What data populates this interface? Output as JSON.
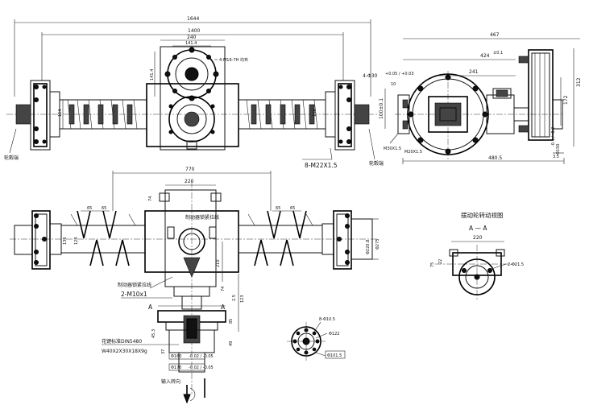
{
  "top_view": {
    "dim_overall": "1644",
    "dim_center": "1400",
    "dim_housing": "240",
    "dim_inner": "141.4",
    "dim_vertical": "141.4",
    "dim_shaft": "154",
    "note_thread": "4-M16-7H 均布",
    "note_bolts": "8-M22X1.5",
    "label_left": "轮毂端",
    "label_right": "轮毂端"
  },
  "side_view": {
    "dim_top": "467",
    "dim_424": "424",
    "dim_424_tol": "±0.1",
    "dim_241": "241",
    "dim_312": "312",
    "dim_172": "172",
    "dim_100": "100±0.1",
    "dim_hole": "4-Φ30",
    "dim_hole_tol": "+0.05 / +0.03",
    "dim_10": "10",
    "dim_m30": "M30X1.5",
    "dim_m20": "M20X1.5",
    "dim_phi_flange": "Φ150",
    "dim_phi_flange_tol": "-0.1 / -0.2",
    "dim_35": "3.5",
    "dim_bottom": "480.5"
  },
  "bottom_view": {
    "dim_770": "770",
    "dim_220": "220",
    "dim_74_top": "74",
    "dim_65_a": "65",
    "dim_65_b": "65",
    "dim_65_c": "65",
    "dim_65_d": "65",
    "dim_136": "136",
    "dim_124": "124",
    "dim_phi_2208": "Φ220.8",
    "dim_phi_275": "Φ275",
    "dim_phi_a": "Φ",
    "dim_210": "210",
    "dim_74_bottom": "74",
    "dim_25": "2.5",
    "dim_123": "123",
    "dim_85": "85",
    "dim_49": "49",
    "dim_453": "45.3",
    "dim_37": "37",
    "label_mark": "制动器锁紧拉线",
    "label_drain": "制动器锁紧拉线",
    "label_m10": "2-M10x1",
    "label_a_left": "A",
    "label_a_right": "A",
    "spline_std": "花键标准DIN5480",
    "spline_spec": "W40X2X30X18X9g",
    "box_phi_a": "Φ160",
    "box_phi_a_tol": "-0.02 / -0.05",
    "box_phi_b": "Φ170",
    "box_phi_b_tol": "-0.02 / -0.05",
    "input_label": "输入转向"
  },
  "flange_view": {
    "dim_holes": "8-Φ10.5",
    "dim_phi_122": "Φ122",
    "dim_phi_1015": "Φ101.5"
  },
  "section_view": {
    "title": "摆动轮转动视图",
    "label": "A — A",
    "dim_220": "220",
    "dim_75": "75",
    "dim_22": "22",
    "dim_holes": "2-Φ21.5"
  }
}
